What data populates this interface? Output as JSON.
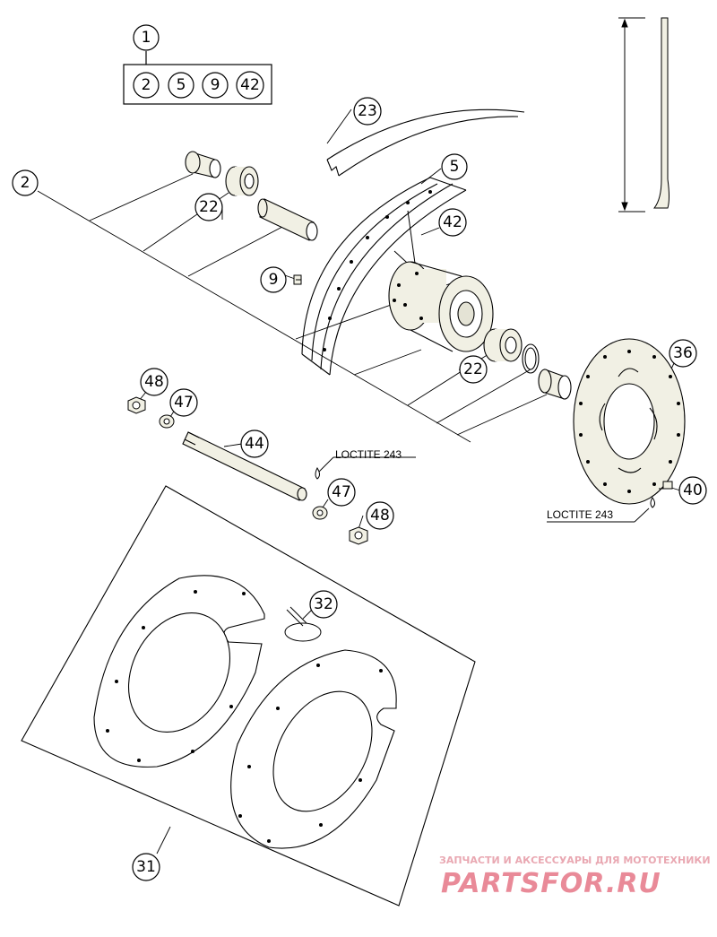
{
  "callouts": {
    "c1": "1",
    "c2_set": "2",
    "c5_set": "5",
    "c9_set": "9",
    "c42_set": "42",
    "c2": "2",
    "c23": "23",
    "c5": "5",
    "c42": "42",
    "c22a": "22",
    "c9": "9",
    "c22b": "22",
    "c36": "36",
    "c48a": "48",
    "c47a": "47",
    "c44": "44",
    "c47b": "47",
    "c48b": "48",
    "c40": "40",
    "c32": "32",
    "c31": "31"
  },
  "notes": {
    "loctite_axle": "LOCTITE 243",
    "loctite_disc": "LOCTITE 243"
  },
  "watermark": {
    "tagline": "ЗАПЧАСТИ И АКСЕССУАРЫ ДЛЯ МОТОТЕХНИКИ",
    "brand": "PARTSFOR.RU"
  },
  "colors": {
    "line": "#000000",
    "part_fill": "#f1f0e4",
    "watermark": "#e98a98"
  }
}
